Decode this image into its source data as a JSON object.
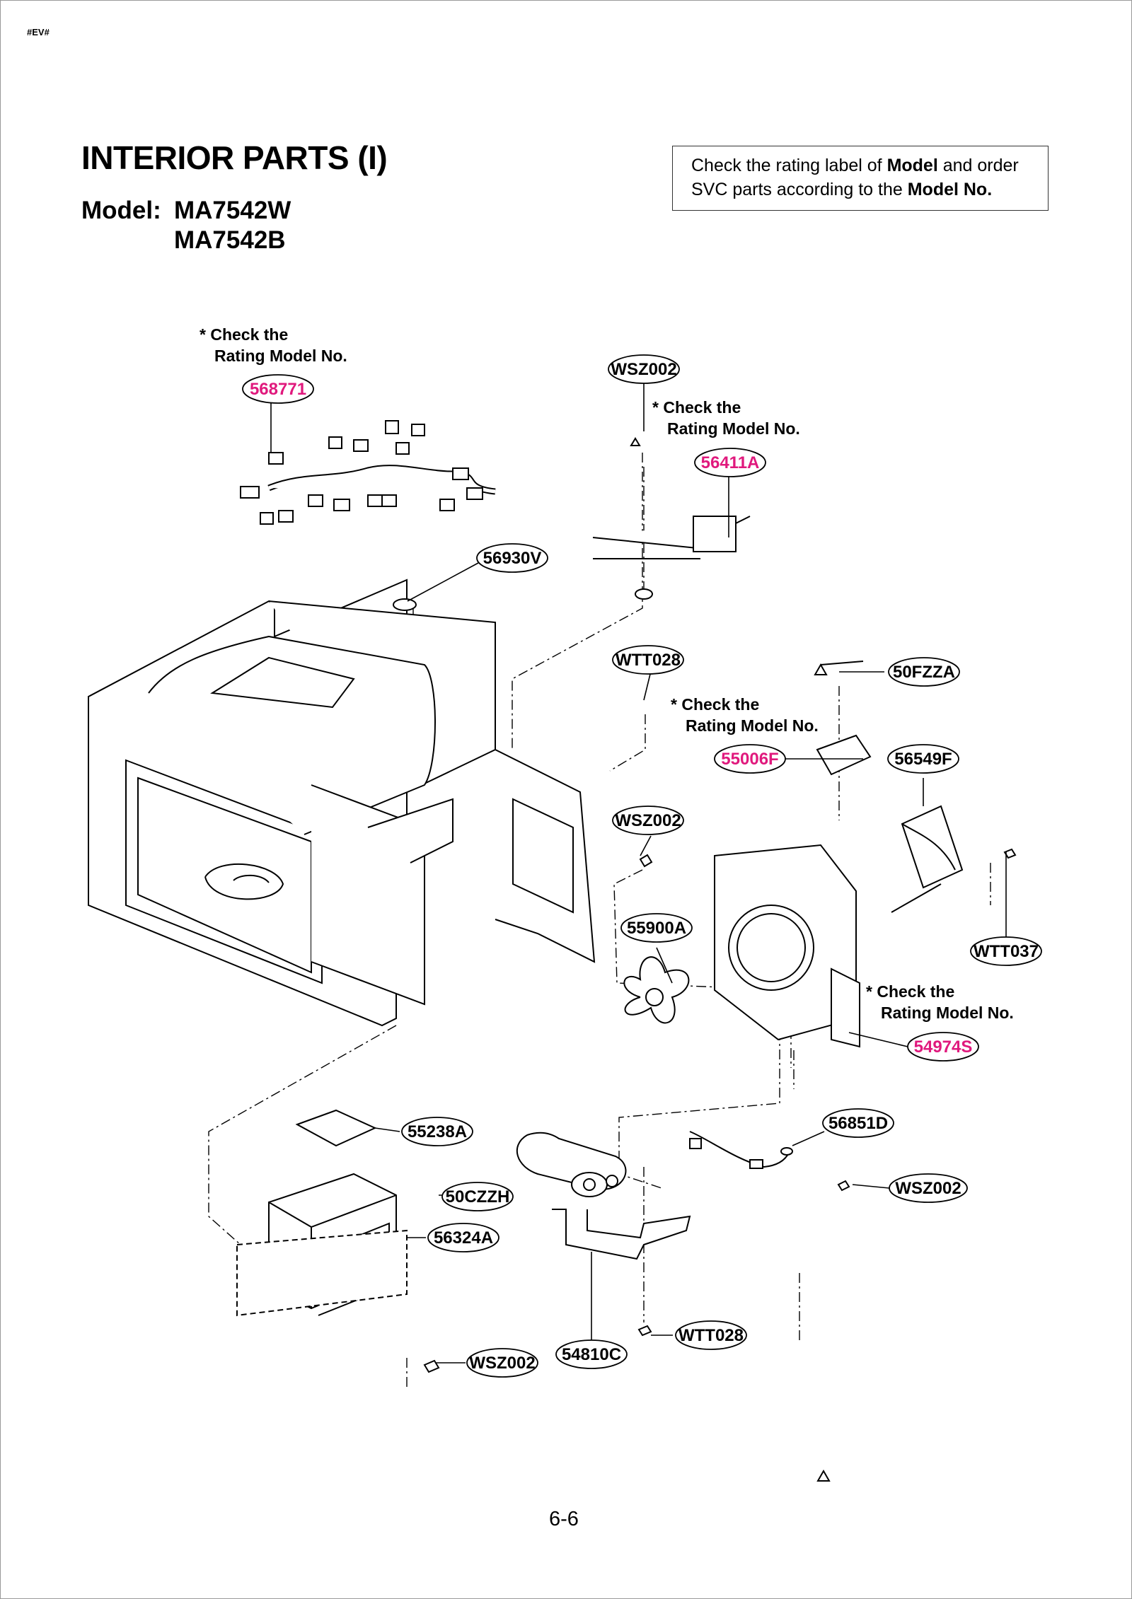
{
  "header": {
    "corner_code": "#EV#",
    "title": "INTERIOR PARTS (I)",
    "model_label": "Model:",
    "models": [
      "MA7542W",
      "MA7542B"
    ]
  },
  "notice": {
    "text_1": "Check the rating label of ",
    "bold_1": "Model",
    "text_2": " and order",
    "text_3": "SVC parts according to the ",
    "bold_2": "Model No."
  },
  "rating_note": {
    "line1": "* Check the",
    "line2": "Rating Model No."
  },
  "colors": {
    "highlight_part": "#e0197d",
    "normal_part": "#000000",
    "line": "#000000"
  },
  "parts": [
    {
      "code": "568771",
      "highlight": true
    },
    {
      "code": "WSZ002",
      "highlight": false
    },
    {
      "code": "56411A",
      "highlight": true
    },
    {
      "code": "56930V",
      "highlight": false
    },
    {
      "code": "WTT028",
      "highlight": false
    },
    {
      "code": "50FZZA",
      "highlight": false
    },
    {
      "code": "55006F",
      "highlight": true
    },
    {
      "code": "56549F",
      "highlight": false
    },
    {
      "code": "WSZ002",
      "highlight": false
    },
    {
      "code": "55900A",
      "highlight": false
    },
    {
      "code": "WTT037",
      "highlight": false
    },
    {
      "code": "54974S",
      "highlight": true
    },
    {
      "code": "56851D",
      "highlight": false
    },
    {
      "code": "55238A",
      "highlight": false
    },
    {
      "code": "WSZ002",
      "highlight": false
    },
    {
      "code": "50CZZH",
      "highlight": false
    },
    {
      "code": "56324A",
      "highlight": false
    },
    {
      "code": "WTT028",
      "highlight": false
    },
    {
      "code": "54810C",
      "highlight": false
    },
    {
      "code": "WSZ002",
      "highlight": false
    }
  ],
  "footer": {
    "page_number": "6-6"
  }
}
